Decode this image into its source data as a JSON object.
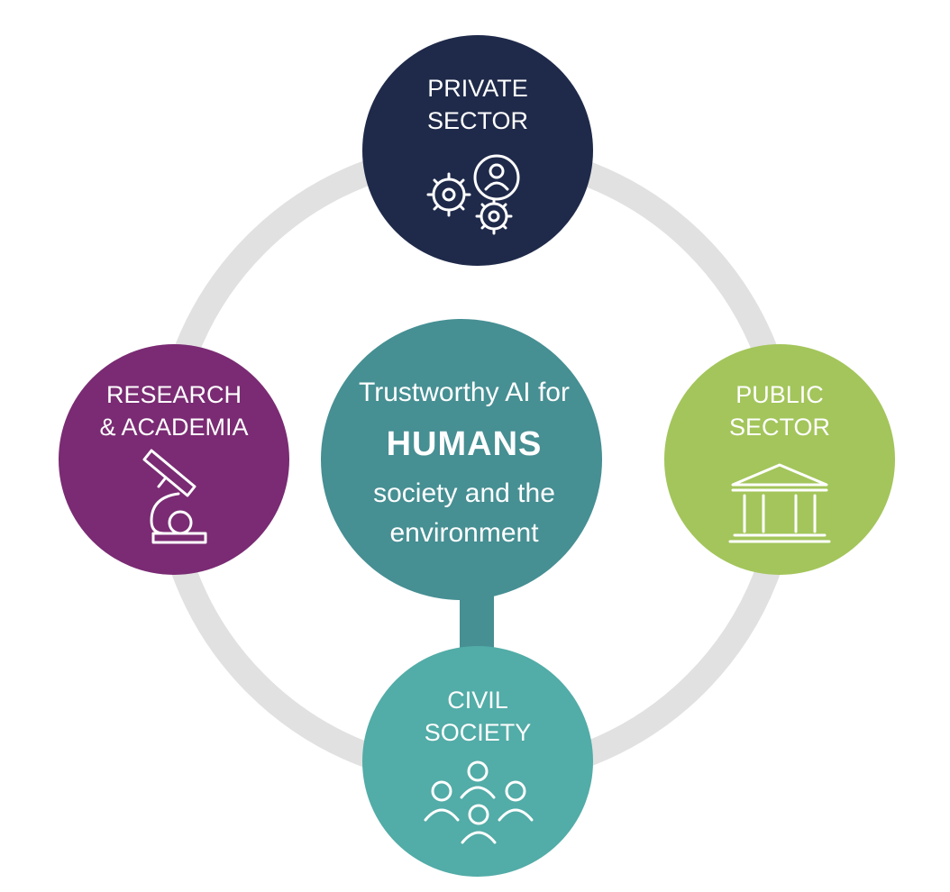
{
  "center": {
    "line1": "Trustworthy AI for",
    "line2": "HUMANS",
    "line3": "society and the",
    "line4": "environment",
    "color": "#468f93"
  },
  "nodes": {
    "private_sector": {
      "line1": "PRIVATE",
      "line2": "SECTOR",
      "icon": "gears-person-icon",
      "color": "#1f2a4a"
    },
    "public_sector": {
      "line1": "PUBLIC",
      "line2": "SECTOR",
      "icon": "government-building-icon",
      "color": "#a3c55b"
    },
    "research_academia": {
      "line1": "RESEARCH",
      "line2": "& ACADEMIA",
      "icon": "microscope-icon",
      "color": "#7a2b73"
    },
    "civil_society": {
      "line1": "CIVIL",
      "line2": "SOCIETY",
      "icon": "people-group-icon",
      "color": "#52aca7"
    }
  },
  "ring_color": "#e1e1e1"
}
